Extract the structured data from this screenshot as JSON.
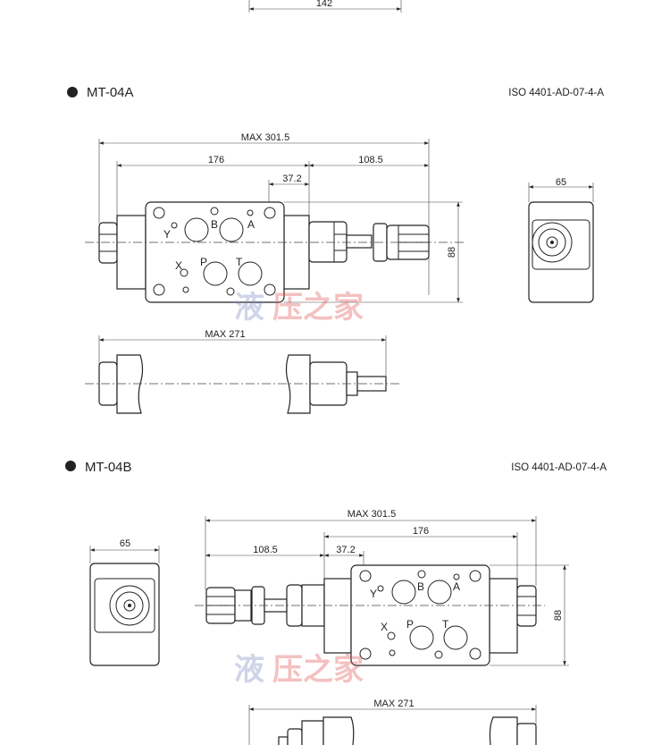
{
  "top_dimension": "142",
  "watermark": "液压之家",
  "sections": [
    {
      "model": "MT-04A",
      "standard": "ISO 4401-AD-07-4-A",
      "dims": {
        "max_total": "MAX 301.5",
        "body": "176",
        "adjuster": "108.5",
        "offset": "37.2",
        "height": "88",
        "side_width": "65",
        "max_bottom": "MAX 271"
      },
      "ports": {
        "y": "Y",
        "b": "B",
        "a": "A",
        "x": "X",
        "p": "P",
        "t": "T"
      }
    },
    {
      "model": "MT-04B",
      "standard": "ISO 4401-AD-07-4-A",
      "dims": {
        "max_total": "MAX 301.5",
        "body": "176",
        "adjuster": "108.5",
        "offset": "37.2",
        "height": "88",
        "side_width": "65",
        "max_bottom": "MAX 271"
      },
      "ports": {
        "y": "Y",
        "b": "B",
        "a": "A",
        "x": "X",
        "p": "P",
        "t": "T"
      }
    }
  ],
  "colors": {
    "line": "#222222",
    "watermark_blue": "#7a86c0",
    "watermark_red": "#e05050"
  }
}
